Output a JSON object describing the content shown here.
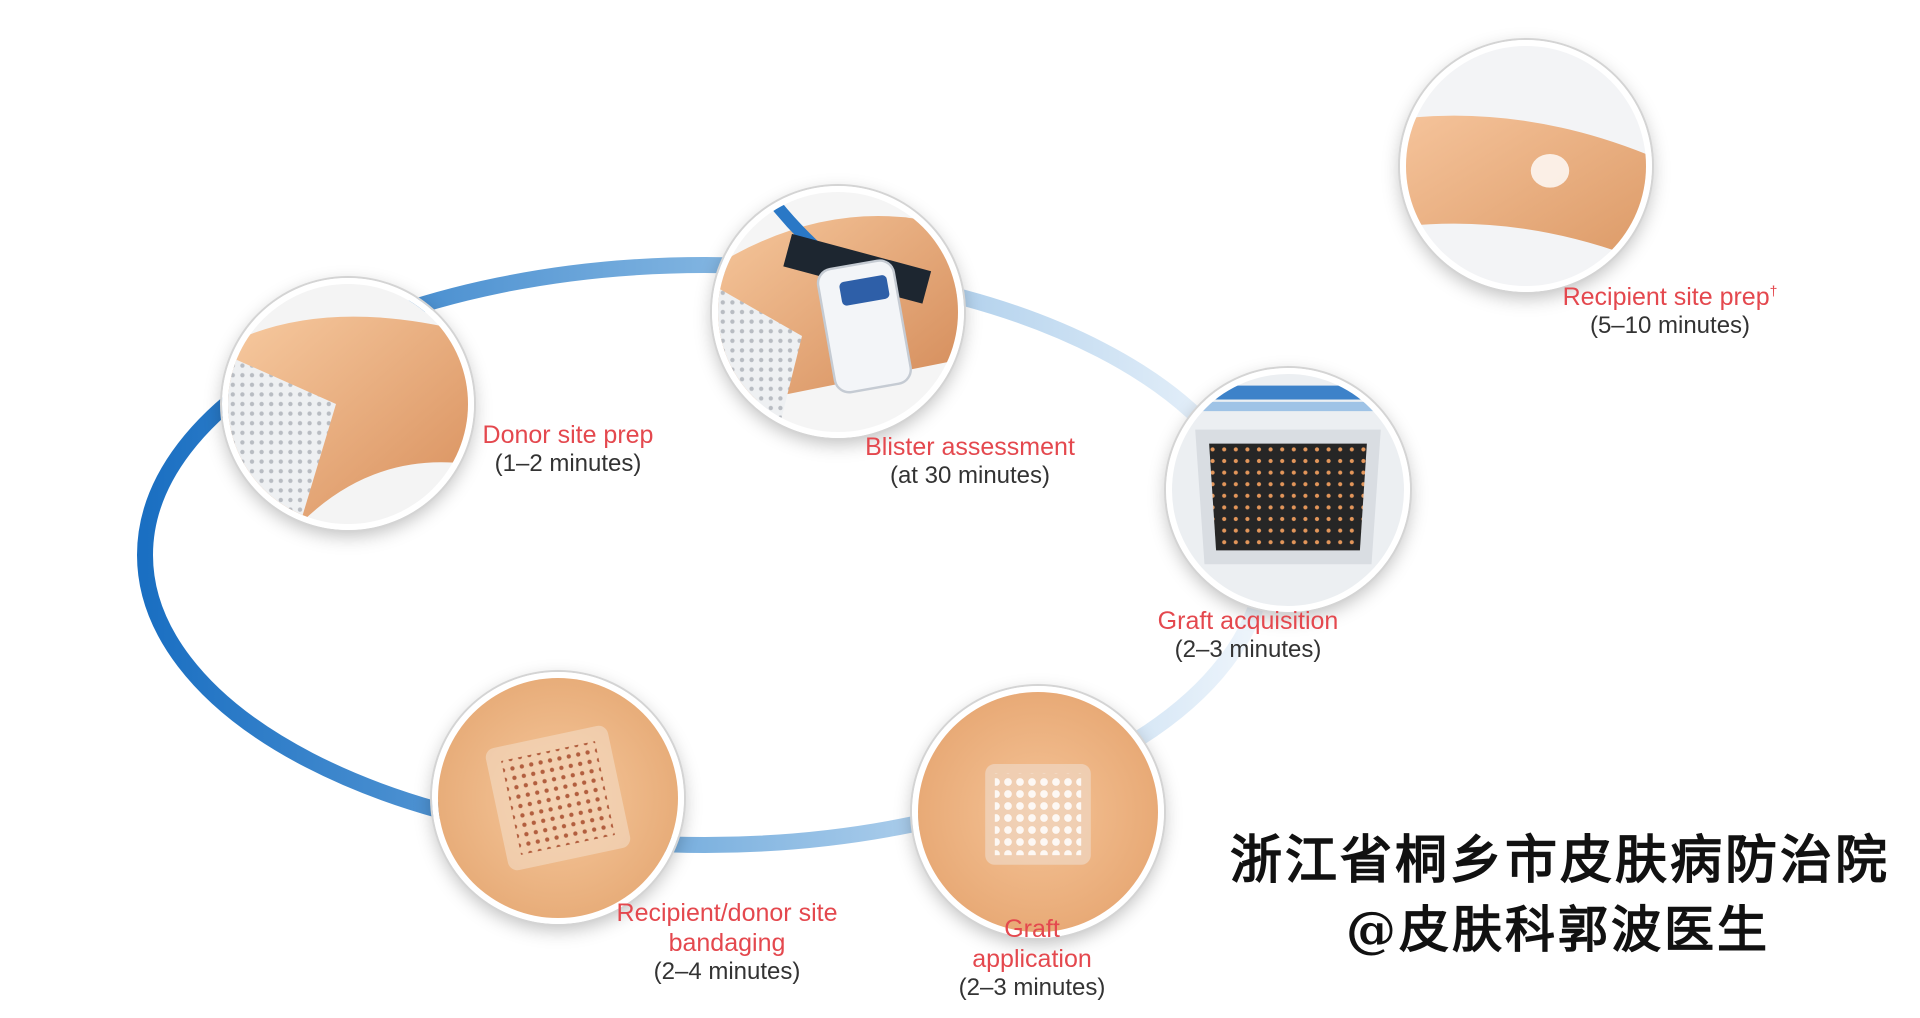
{
  "steps": [
    {
      "id": "donor",
      "title": "Donor site prep",
      "time": "(1–2 minutes)"
    },
    {
      "id": "blister",
      "title": "Blister assessment",
      "time": "(at 30 minutes)"
    },
    {
      "id": "graft-acq",
      "title": "Graft acquisition",
      "time": "(2–3 minutes)"
    },
    {
      "id": "graft-app",
      "title_line1": "Graft",
      "title_line2": "application",
      "time": "(2–3 minutes)"
    },
    {
      "id": "bandage",
      "title_line1": "Recipient/donor site",
      "title_line2": "bandaging",
      "time": "(2–4 minutes)"
    },
    {
      "id": "recipient",
      "title": "Recipient site prep",
      "title_mark": "†",
      "time": "(5–10 minutes)"
    }
  ],
  "watermark": {
    "line1": "浙江省桐乡市皮肤病防治院",
    "line2": "@皮肤科郭波医生"
  },
  "colors": {
    "ring_dark": "#1a6fc2",
    "ring_light": "#dbe9f6",
    "label_red": "#e4484e",
    "skin": "#f2b987"
  }
}
